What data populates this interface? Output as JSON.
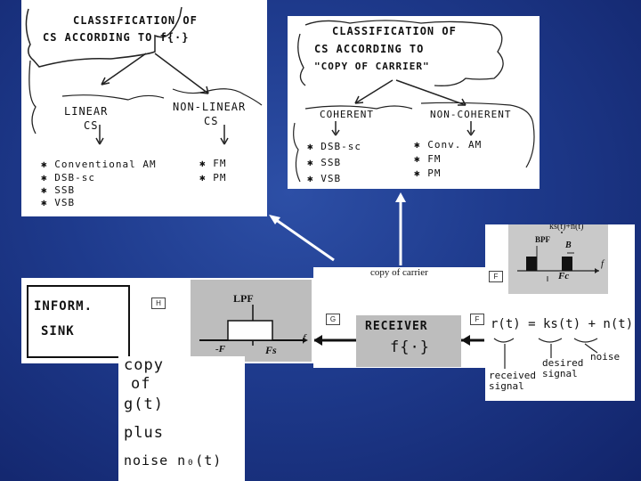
{
  "panel_left": {
    "title1": "CLASSIFICATION OF",
    "title2": "CS ACCORDING TO f{·}",
    "linear1": "LINEAR",
    "linear2": "CS",
    "nonlinear1": "NON-LINEAR",
    "nonlinear2": "CS",
    "linear_items": [
      "✱ Conventional AM",
      "✱ DSB-sc",
      "✱ SSB",
      "✱ VSB"
    ],
    "nonlinear_items": [
      "✱ FM",
      "✱ PM"
    ]
  },
  "panel_mid": {
    "title1": "CLASSIFICATION OF",
    "title2": "CS ACCORDING TO",
    "title3": "\"COPY OF CARRIER\"",
    "coherent": "COHERENT",
    "noncoherent": "NON-COHERENT",
    "coherent_items": [
      "✱ DSB-sc",
      "✱ SSB",
      "✱ VSB"
    ],
    "noncoherent_items": [
      "✱ Conv. AM",
      "✱ FM",
      "✱ PM"
    ]
  },
  "panel_right": {
    "top_label": "ks(t)+n(t)",
    "bpf": "BPF",
    "b": "B",
    "fc": "Fc",
    "f_axis": "f",
    "box_label": "F",
    "equation": "r(t) = ks(t) + n(t)",
    "received": "received\nsignal",
    "desired": "desired\nsignal",
    "noise": "noise"
  },
  "panel_receiver": {
    "copy_of_carrier": "copy of carrier",
    "receiver": "RECEIVER",
    "func": "f{·}",
    "box_g": "G",
    "box_f": "F"
  },
  "panel_lpf": {
    "lpf": "LPF",
    "neg_f": "-F",
    "pos_f": "Fs",
    "f_axis": "f",
    "box_h": "H"
  },
  "panel_sink": {
    "line1": "INFORM.",
    "line2": "SINK"
  },
  "panel_copy": {
    "lines": [
      "copy",
      "of",
      "g(t)",
      "plus",
      "noise  n₀(t)"
    ]
  }
}
